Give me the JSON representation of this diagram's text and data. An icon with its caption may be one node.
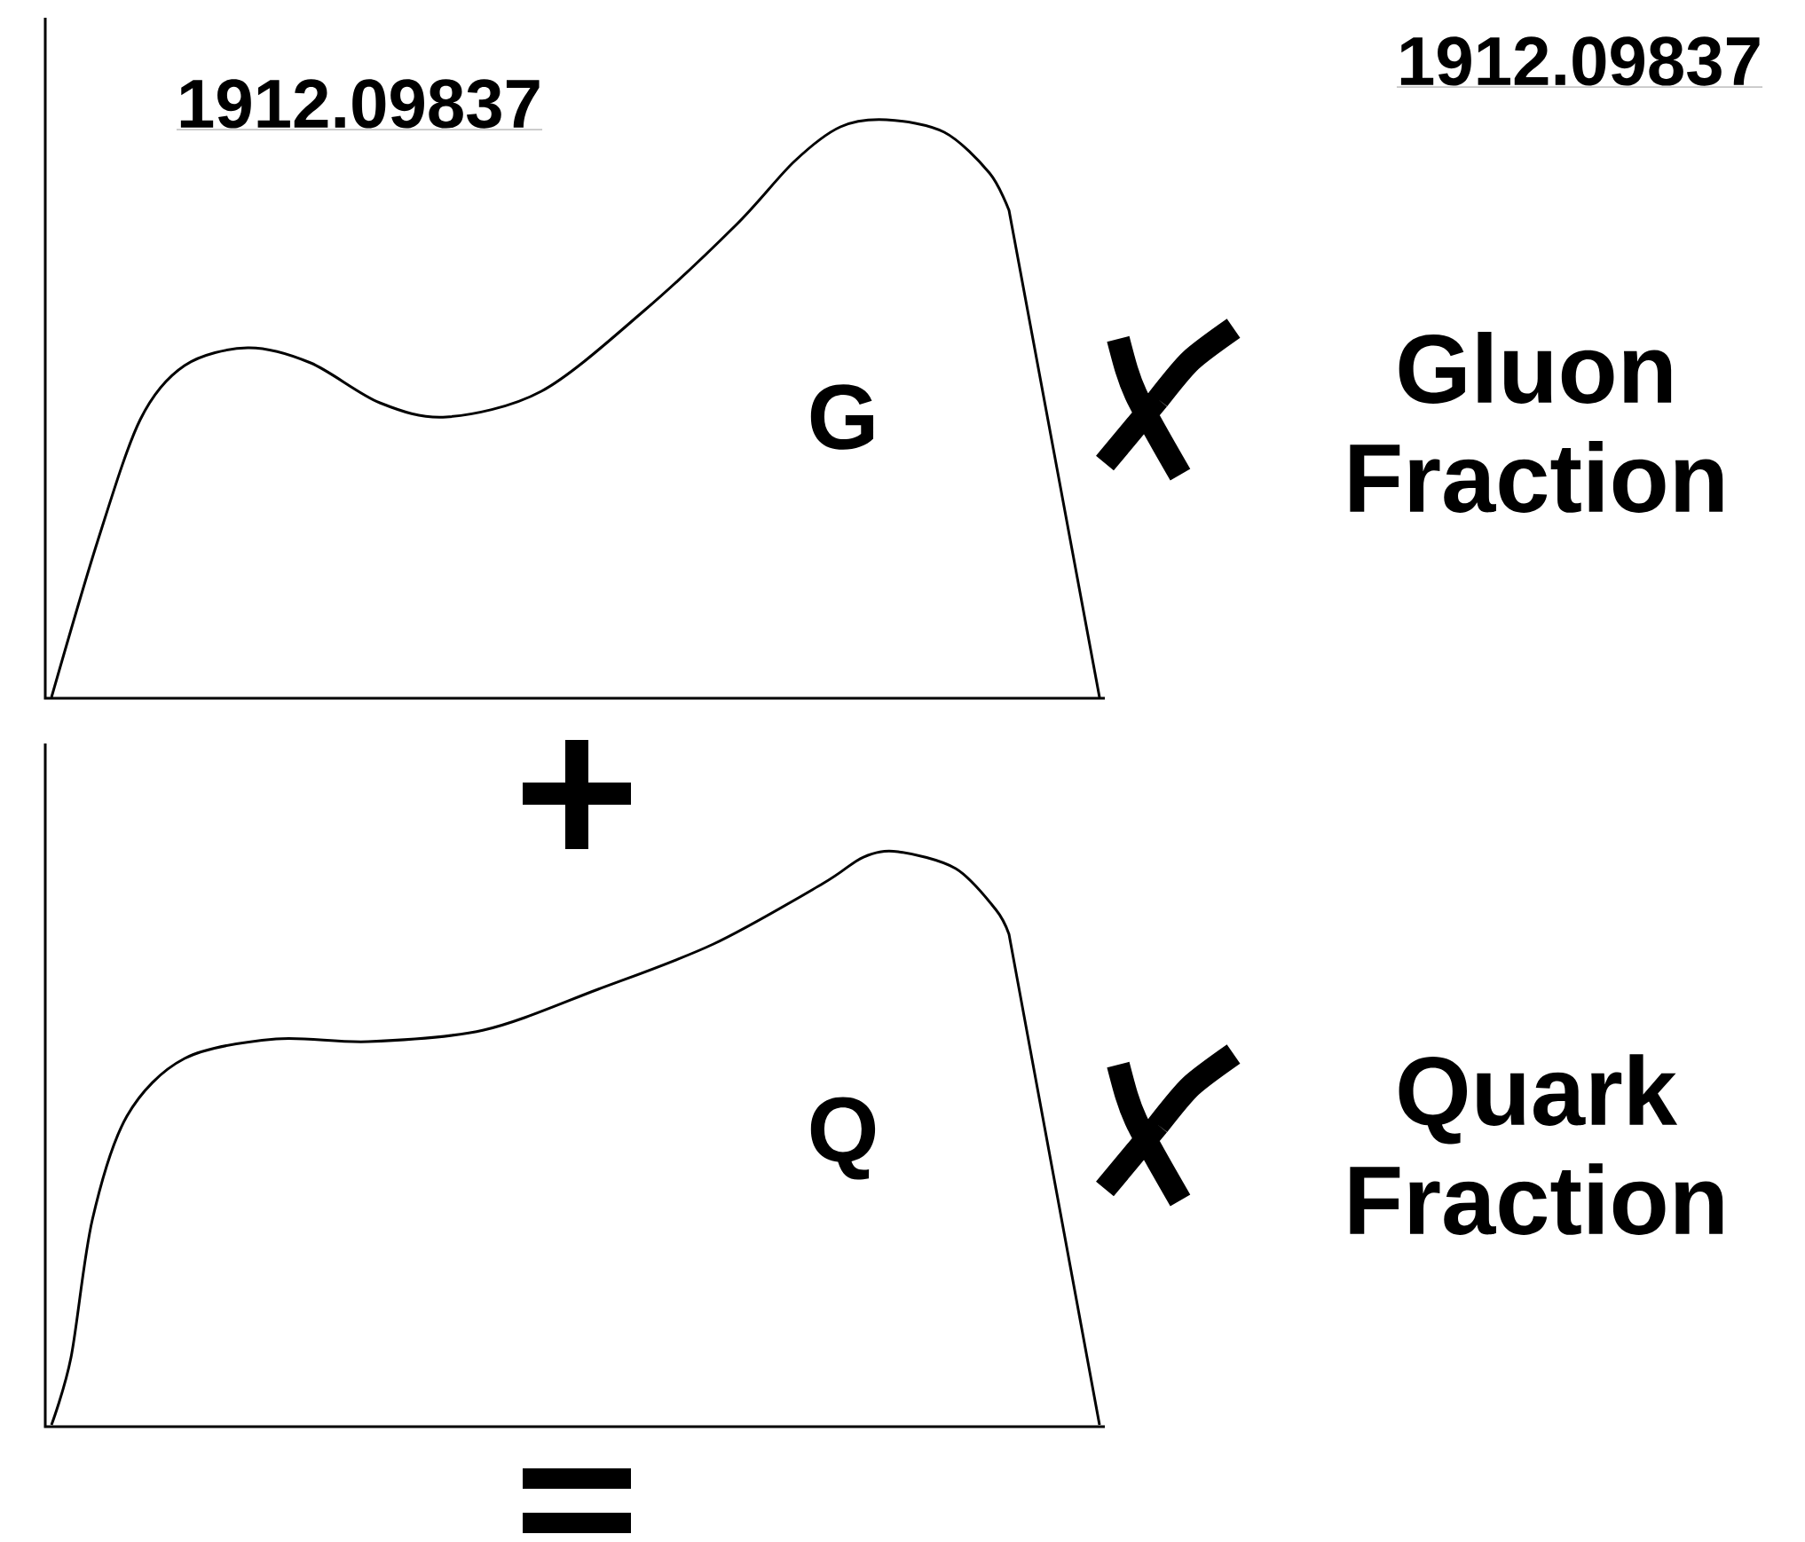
{
  "diagram": {
    "labels": [
      "1912.09837",
      "1912.09837",
      "G",
      "Gluon Fraction",
      "Q",
      "Quark Fraction"
    ]
  }
}
